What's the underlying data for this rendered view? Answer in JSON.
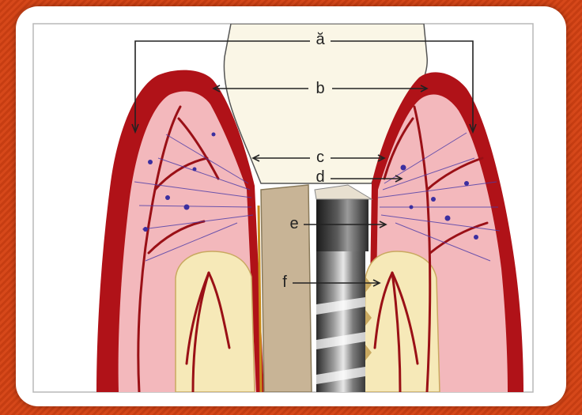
{
  "labels": {
    "a": "ă",
    "b": "b",
    "c": "c",
    "d": "d",
    "e": "e",
    "f": "f"
  }
}
